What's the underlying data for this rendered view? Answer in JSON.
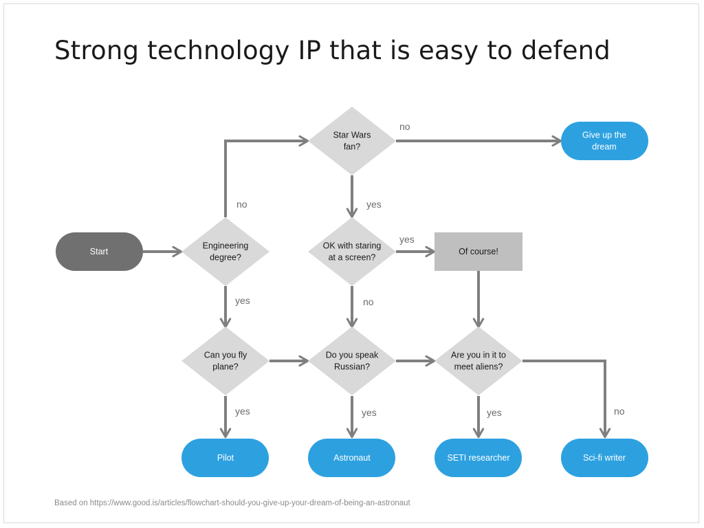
{
  "slide": {
    "title": "Strong technology IP that is easy to defend",
    "footnote": "Based on https://www.good.is/articles/flowchart-should-you-give-up-your-dream-of-being-an-astronaut"
  },
  "colors": {
    "terminal_dark": "#707070",
    "terminal_blue": "#2da1e0",
    "decision": "#d9d9d9",
    "process": "#bfbfbf",
    "arrow": "#7f7f7f",
    "label": "#6b6b6b"
  },
  "nodes": {
    "start": {
      "text": [
        "Start"
      ]
    },
    "engineering": {
      "text": [
        "Engineering",
        "degree?"
      ]
    },
    "starwars": {
      "text": [
        "Star Wars",
        "fan?"
      ]
    },
    "giveup": {
      "text": [
        "Give up the",
        "dream"
      ]
    },
    "ok_screen": {
      "text": [
        "OK with staring",
        "at a screen?"
      ]
    },
    "of_course": {
      "text": [
        "Of course!"
      ]
    },
    "fly_plane": {
      "text": [
        "Can you fly",
        "plane?"
      ]
    },
    "russian": {
      "text": [
        "Do you speak",
        "Russian?"
      ]
    },
    "aliens": {
      "text": [
        "Are you in it to",
        "meet aliens?"
      ]
    },
    "pilot": {
      "text": [
        "Pilot"
      ]
    },
    "astronaut": {
      "text": [
        "Astronaut"
      ]
    },
    "seti": {
      "text": [
        "SETI researcher"
      ]
    },
    "scifi": {
      "text": [
        "Sci-fi writer"
      ]
    }
  },
  "edge_labels": {
    "engineering_no": "no",
    "starwars_no": "no",
    "starwars_yes": "yes",
    "ok_yes": "yes",
    "engineering_yes": "yes",
    "ok_no": "no",
    "fly_yes": "yes",
    "russian_yes": "yes",
    "aliens_yes": "yes",
    "aliens_no": "no"
  }
}
